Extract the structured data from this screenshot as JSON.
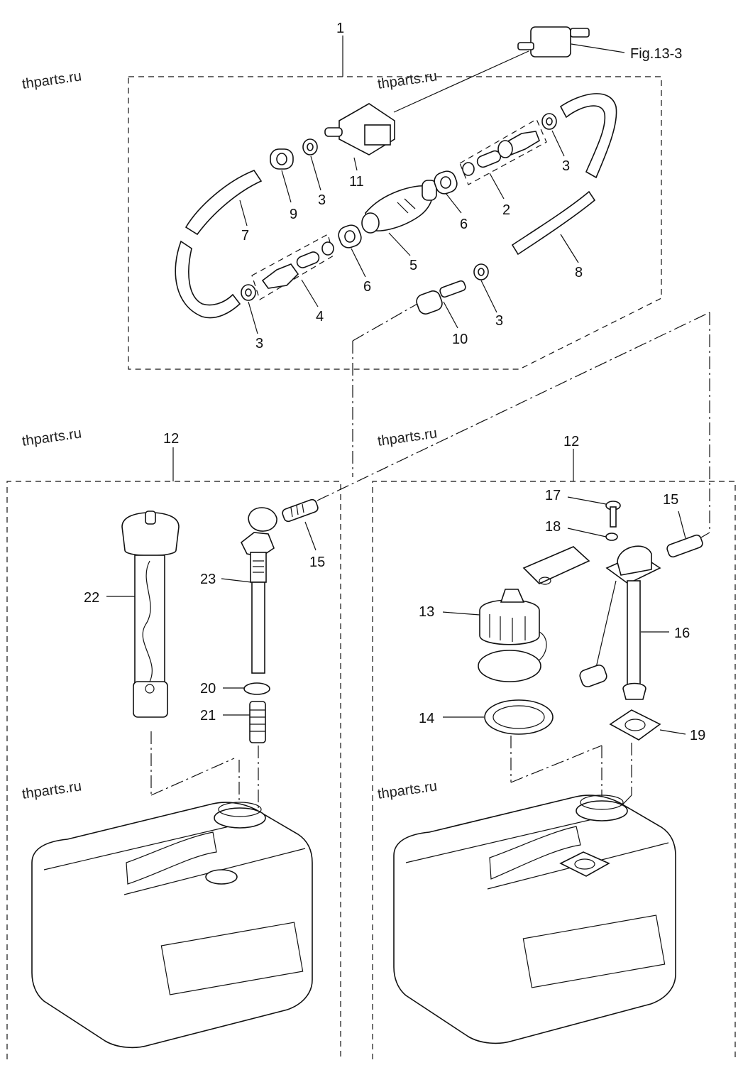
{
  "watermark": "thparts.ru",
  "figure_ref": "Fig.13-3",
  "callouts": {
    "kit_hose": "1",
    "joint_2": "2",
    "clip_a": "3",
    "clip_b": "3",
    "clip_c": "3",
    "clip_d": "3",
    "joint_4": "4",
    "primer_pump": "5",
    "clip_6a": "6",
    "clip_6b": "6",
    "hose_7": "7",
    "hose_8": "8",
    "clip_9": "9",
    "connector_10": "10",
    "filter_11": "11",
    "tank_left": "12",
    "tank_right": "12",
    "cap_13": "13",
    "packing_14": "14",
    "fitting_15a": "15",
    "fitting_15b": "15",
    "gauge_16": "16",
    "screw_17": "17",
    "washer_18": "18",
    "gasket_19": "19",
    "oring_20": "20",
    "strainer_21": "21",
    "vent_22": "22",
    "pipe_23": "23"
  }
}
